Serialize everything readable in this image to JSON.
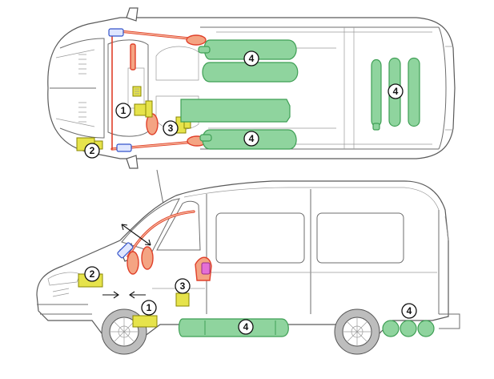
{
  "callouts": {
    "top_ecu_1": "1",
    "top_ecu_2": "2",
    "top_ecu_3": "3",
    "top_tank_front": "4",
    "top_tank_bottom": "4",
    "top_tank_rear": "4",
    "side_ecu_1": "1",
    "side_ecu_2": "2",
    "side_ecu_3": "3",
    "side_tank_under": "4",
    "side_tank_rear": "4"
  },
  "colors": {
    "tank_green": "#8fd49e",
    "ecu_yellow": "#e6e34b",
    "airbag_red": "#e0402a",
    "tensioner_blue": "#3554c9",
    "outline_gray": "#6e6e6e"
  },
  "icons": {
    "badge": "numbered-circle",
    "dimension_arrow": "double-arrow"
  }
}
